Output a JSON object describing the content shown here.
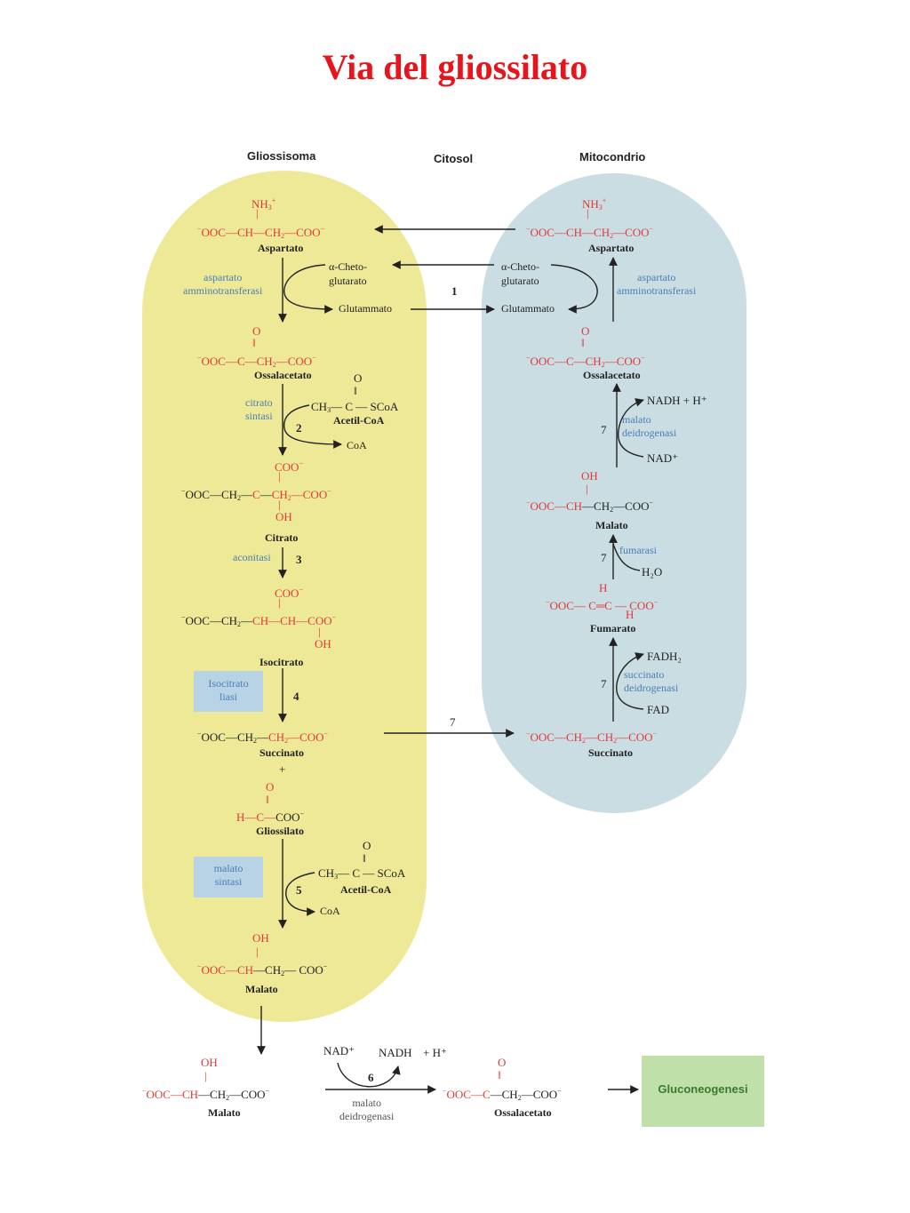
{
  "title": "Via del gliossilato",
  "headers": {
    "glyoxysome": "Gliossisoma",
    "cytosol": "Citosol",
    "mitochondrion": "Mitocondrio"
  },
  "glyoxysome": {
    "aspartate_name": "Aspartato",
    "transaminase": [
      "aspartato",
      "amminotransferasi"
    ],
    "ketoglutarate": [
      "α-Cheto-",
      "glutarato"
    ],
    "glutamate": "Glutammato",
    "oxaloacetate_name": "Ossalacetato",
    "citrate_synthase": [
      "citrato",
      "sintasi"
    ],
    "acetyl_coa": "Acetil-CoA",
    "coa": "CoA",
    "citrate_name": "Citrato",
    "aconitase": "aconitasi",
    "isocitrate_name": "Isocitrato",
    "isocitrate_lyase": [
      "Isocitrato",
      "liasi"
    ],
    "succinate_name": "Succinato",
    "plus": "+",
    "glyoxylate_name": "Gliossilato",
    "malate_synthase": [
      "malato",
      "sintasi"
    ],
    "malate_name": "Malato"
  },
  "mitochondrion": {
    "aspartate_name": "Aspartato",
    "ketoglutarate": [
      "α-Cheto-",
      "glutarato"
    ],
    "transaminase": [
      "aspartato",
      "amminotransferasi"
    ],
    "glutamate": "Glutammato",
    "oxaloacetate_name": "Ossalacetato",
    "nadh": "NADH + H⁺",
    "malate_dh": [
      "malato",
      "deidrogenasi"
    ],
    "nad": "NAD⁺",
    "malate_name": "Malato",
    "fumarase": "fumarasi",
    "water": "H₂O",
    "fumarate_name": "Fumarato",
    "fadh2": "FADH₂",
    "succinate_dh": [
      "succinato",
      "deidrogenasi"
    ],
    "fad": "FAD",
    "succinate_name": "Succinato"
  },
  "steps": {
    "s1": "1",
    "s2": "2",
    "s3": "3",
    "s4": "4",
    "s5": "5",
    "s6": "6",
    "s7": "7"
  },
  "cytosol": {
    "malate_name": "Malato",
    "nad": "NAD⁺",
    "nadh": "NADH",
    "plus_h": "+  H⁺",
    "malate_dh": [
      "malato",
      "deidrogenasi"
    ],
    "oxaloacetate_name": "Ossalacetato",
    "gluconeogenesis": "Gluconeogenesi"
  },
  "colors": {
    "title": "#e8141c",
    "glyoxysome": "#ede997",
    "mitochondrion": "#c9dde3",
    "atoms_red": "#e03a3a",
    "enzyme_blue": "#4a7fb5",
    "gluconeogenesis_box": "#bfe0a8"
  }
}
